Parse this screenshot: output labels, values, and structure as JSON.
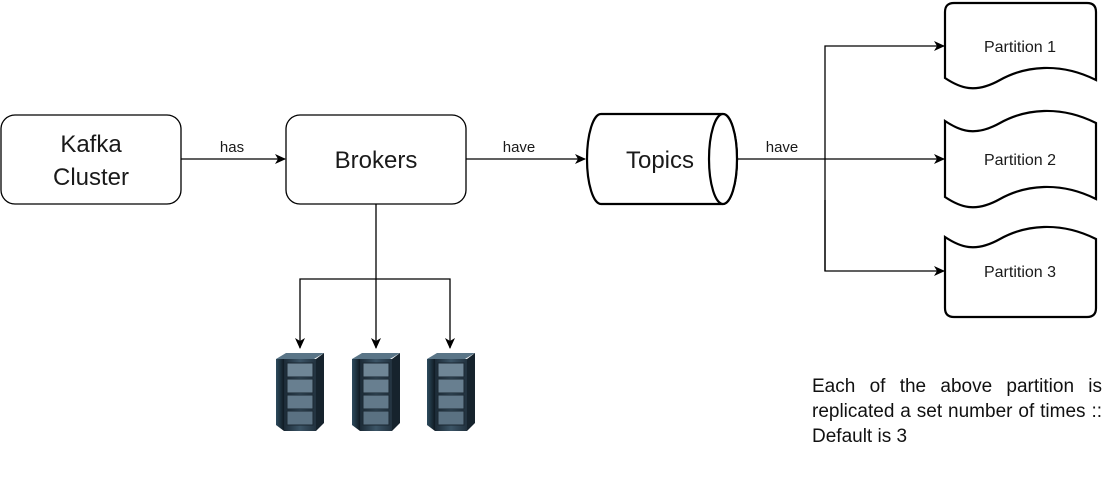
{
  "diagram": {
    "nodes": {
      "kafka_cluster": {
        "line1": "Kafka",
        "line2": "Cluster"
      },
      "brokers": {
        "label": "Brokers"
      },
      "topics": {
        "label": "Topics"
      },
      "partitions": [
        {
          "label": "Partition 1"
        },
        {
          "label": "Partition 2"
        },
        {
          "label": "Partition 3"
        }
      ],
      "servers": [
        {
          "icon": "server-rack-icon"
        },
        {
          "icon": "server-rack-icon"
        },
        {
          "icon": "server-rack-icon"
        }
      ]
    },
    "edges": {
      "cluster_to_brokers": "has",
      "brokers_to_topics": "have",
      "topics_to_partitions": "have"
    },
    "note": "Each of the above partition is replicated a set number of times :: Default is 3"
  }
}
